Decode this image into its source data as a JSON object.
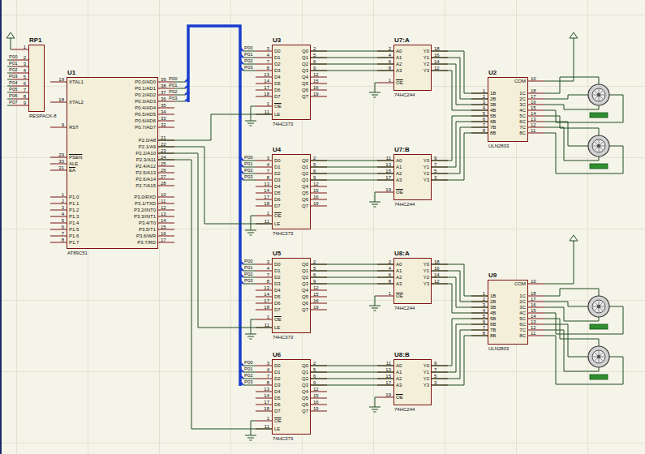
{
  "diagram": {
    "nodes": [
      {
        "text": [
          "RP1",
          "1",
          "2",
          "3",
          "4",
          "5",
          "6",
          "7",
          "8",
          "9",
          "RESPACK-8"
        ]
      },
      {
        "text": [
          "U1",
          "XTAL1",
          "19",
          "XTAL2",
          "18",
          "RST",
          "9",
          "PSEN",
          "29",
          "ALE",
          "30",
          "EA",
          "31",
          "P1.0",
          "1",
          "P1.1",
          "2",
          "P1.2",
          "3",
          "P1.3",
          "4",
          "P1.4",
          "5",
          "P1.5",
          "6",
          "P1.6",
          "7",
          "P1.7",
          "8",
          "P0.0/AD0",
          "39",
          "P0.1/AD1",
          "38",
          "P0.2/AD2",
          "37",
          "P0.3/AD3",
          "36",
          "P0.4/AD4",
          "35",
          "P0.5/AD5",
          "34",
          "P0.6/AD6",
          "33",
          "P0.7/AD7",
          "32",
          "P2.0/A8",
          "21",
          "P2.1/A9",
          "22",
          "P2.2/A10",
          "23",
          "P2.3/A11",
          "24",
          "P2.4/A12",
          "25",
          "P2.5/A13",
          "26",
          "P2.6/A14",
          "27",
          "P2.7/A15",
          "28",
          "P3.0/RXD",
          "10",
          "P3.1/TXD",
          "11",
          "P3.2/INT0",
          "12",
          "P3.3/INT1",
          "13",
          "P3.4/T0",
          "14",
          "P3.5/T1",
          "15",
          "P3.6/WR",
          "16",
          "P3.7/RD",
          "17",
          "AT89C51"
        ]
      },
      {
        "text": [
          "U3",
          "D0",
          "3",
          "D1",
          "4",
          "D2",
          "7",
          "D3",
          "8",
          "D4",
          "13",
          "D5",
          "14",
          "D6",
          "17",
          "D7",
          "18",
          "OE",
          "1",
          "LE",
          "11",
          "Q0",
          "2",
          "Q1",
          "5",
          "Q2",
          "6",
          "Q3",
          "9",
          "Q4",
          "12",
          "Q5",
          "15",
          "Q6",
          "16",
          "Q7",
          "19",
          "74HC373"
        ]
      },
      {
        "text": [
          "U7:A",
          "A0",
          "2",
          "A1",
          "4",
          "A2",
          "6",
          "A3",
          "8",
          "OE",
          "1",
          "Y0",
          "18",
          "Y1",
          "16",
          "Y2",
          "14",
          "Y3",
          "12",
          "74HC244"
        ]
      },
      {
        "text": [
          "U2",
          "1B",
          "1",
          "2B",
          "2",
          "3B",
          "3",
          "4B",
          "4",
          "5B",
          "5",
          "6B",
          "6",
          "7B",
          "7",
          "8B",
          "8",
          "COM",
          "10",
          "1C",
          "18",
          "2C",
          "17",
          "3C",
          "16",
          "4C",
          "15",
          "5C",
          "14",
          "6C",
          "13",
          "7C",
          "12",
          "8C",
          "11",
          "ULN2803"
        ]
      },
      {
        "text": [
          "U4",
          "D0",
          "3",
          "D1",
          "4",
          "D2",
          "7",
          "D3",
          "8",
          "D4",
          "13",
          "D5",
          "14",
          "D6",
          "17",
          "D7",
          "18",
          "OE",
          "1",
          "LE",
          "11",
          "Q0",
          "2",
          "Q1",
          "5",
          "Q2",
          "6",
          "Q3",
          "9",
          "Q4",
          "12",
          "Q5",
          "15",
          "Q6",
          "16",
          "Q7",
          "19",
          "74HC373"
        ]
      },
      {
        "text": [
          "U7:B",
          "A0",
          "11",
          "A1",
          "13",
          "A2",
          "15",
          "A3",
          "17",
          "OE",
          "19",
          "Y0",
          "9",
          "Y1",
          "7",
          "Y2",
          "5",
          "Y3",
          "3",
          "74HC244"
        ]
      },
      {
        "text": [
          "U5",
          "D0",
          "3",
          "D1",
          "4",
          "D2",
          "7",
          "D3",
          "8",
          "D4",
          "13",
          "D5",
          "14",
          "D6",
          "17",
          "D7",
          "18",
          "OE",
          "1",
          "LE",
          "11",
          "Q0",
          "2",
          "Q1",
          "5",
          "Q2",
          "6",
          "Q3",
          "9",
          "Q4",
          "12",
          "Q5",
          "15",
          "Q6",
          "16",
          "Q7",
          "19",
          "74HC373"
        ]
      },
      {
        "text": [
          "U8:A",
          "A0",
          "2",
          "A1",
          "4",
          "A2",
          "6",
          "A3",
          "8",
          "OE",
          "1",
          "Y0",
          "18",
          "Y1",
          "16",
          "Y2",
          "14",
          "Y3",
          "12",
          "74HC244"
        ]
      },
      {
        "text": [
          "U9",
          "1B",
          "1",
          "2B",
          "2",
          "3B",
          "3",
          "4B",
          "4",
          "5B",
          "5",
          "6B",
          "6",
          "7B",
          "7",
          "8B",
          "8",
          "COM",
          "10",
          "1C",
          "18",
          "2C",
          "17",
          "3C",
          "16",
          "4C",
          "15",
          "5C",
          "14",
          "6C",
          "13",
          "7C",
          "12",
          "8C",
          "11",
          "ULN2803"
        ]
      },
      {
        "text": [
          "U6",
          "D0",
          "3",
          "D1",
          "4",
          "D2",
          "7",
          "D3",
          "8",
          "D4",
          "13",
          "D5",
          "14",
          "D6",
          "17",
          "D7",
          "18",
          "OE",
          "1",
          "LE",
          "11",
          "Q0",
          "2",
          "Q1",
          "5",
          "Q2",
          "6",
          "Q3",
          "9",
          "Q4",
          "12",
          "Q5",
          "15",
          "Q6",
          "16",
          "Q7",
          "19",
          "74HC373"
        ]
      },
      {
        "text": [
          "U8:B",
          "A0",
          "11",
          "A1",
          "13",
          "A2",
          "15",
          "A3",
          "17",
          "OE",
          "19",
          "Y0",
          "9",
          "Y1",
          "7",
          "Y2",
          "5",
          "Y3",
          "3",
          "74HC244"
        ]
      }
    ],
    "edges": [
      {
        "from": 1,
        "to": 2,
        "arrow": "none"
      },
      {
        "from": 1,
        "to": 5,
        "arrow": "none"
      },
      {
        "from": 1,
        "to": 7,
        "arrow": "none"
      },
      {
        "from": 1,
        "to": 10,
        "arrow": "none"
      },
      {
        "from": 2,
        "to": 3,
        "arrow": "none"
      },
      {
        "from": 5,
        "to": 6,
        "arrow": "none"
      },
      {
        "from": 7,
        "to": 8,
        "arrow": "none"
      },
      {
        "from": 10,
        "to": 11,
        "arrow": "none"
      },
      {
        "from": 3,
        "to": 4,
        "arrow": "none"
      },
      {
        "from": 6,
        "to": 4,
        "arrow": "none"
      },
      {
        "from": 8,
        "to": 9,
        "arrow": "none"
      },
      {
        "from": 11,
        "to": 9,
        "arrow": "none"
      }
    ],
    "labels": [
      "P00",
      "P01",
      "P02",
      "P03",
      "P04",
      "P05",
      "P06",
      "P07",
      "P00",
      "P01",
      "P02",
      "P03",
      "P00",
      "P01",
      "P02",
      "P03",
      "P00",
      "P01",
      "P02",
      "P03",
      "P00",
      "P01",
      "P02",
      "P03",
      "P00",
      "P01",
      "P02",
      "P03"
    ]
  }
}
